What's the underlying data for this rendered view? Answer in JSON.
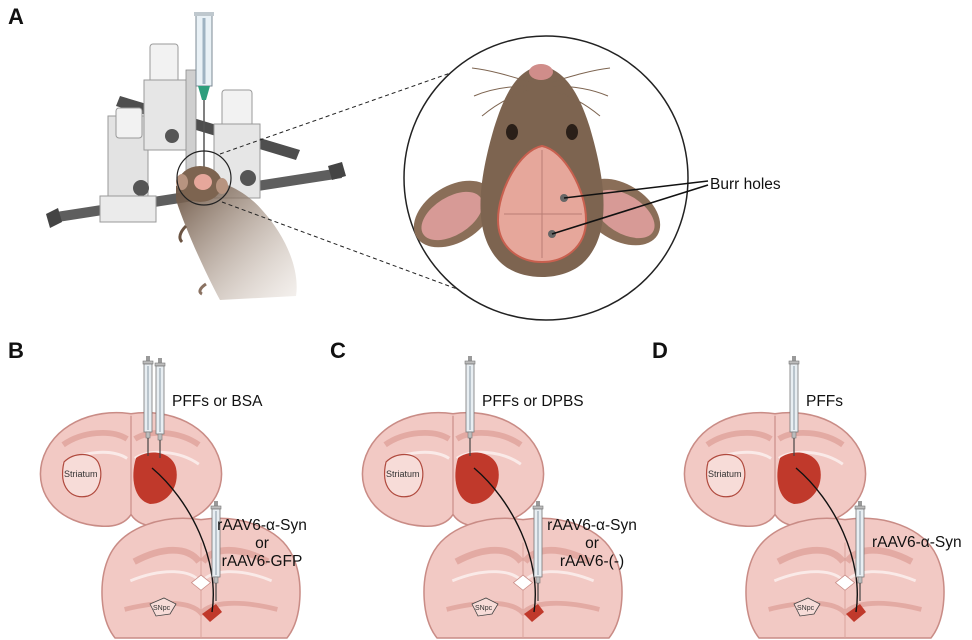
{
  "panels": {
    "a": {
      "letter": "A",
      "callout": "Burr holes"
    },
    "b": {
      "letter": "B",
      "top_injection": "PFFs or BSA",
      "bottom_injection_line1": "rAAV6-α-Syn",
      "bottom_injection_line2": "or",
      "bottom_injection_line3": "rAAV6-GFP",
      "region_striatum": "Striatum",
      "region_snpc": "SNpc"
    },
    "c": {
      "letter": "C",
      "top_injection": "PFFs or DPBS",
      "bottom_injection_line1": "rAAV6-α-Syn",
      "bottom_injection_line2": "or",
      "bottom_injection_line3": "rAAV6-(-)",
      "region_striatum": "Striatum",
      "region_snpc": "SNpc"
    },
    "d": {
      "letter": "D",
      "top_injection": "PFFs",
      "bottom_injection_line1": "rAAV6-α-Syn",
      "region_striatum": "Striatum",
      "region_snpc": "SNpc"
    }
  },
  "colors": {
    "brain_fill": "#f2c9c4",
    "brain_outline": "#c98c86",
    "injection_red": "#c0392b",
    "mouse_brown": "#7d6450",
    "skull_pink": "#e6a79b",
    "frame_gray": "#d9d9d9"
  }
}
